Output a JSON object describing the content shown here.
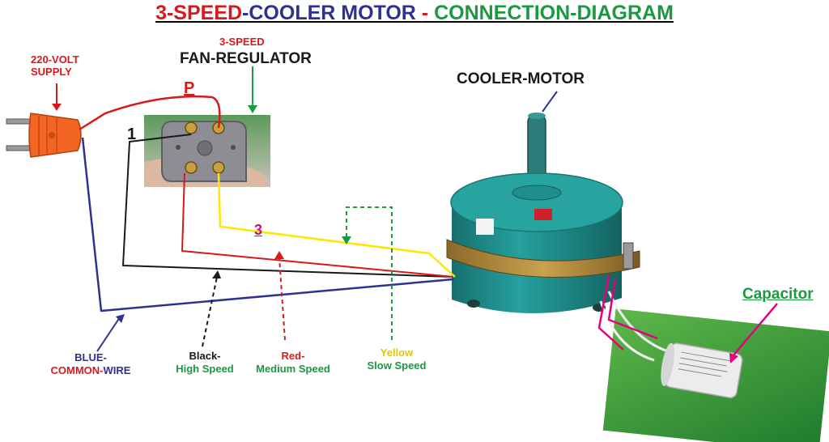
{
  "title": {
    "part1": "3-SPEED",
    "part2": "-COOLER MOTOR ",
    "part3": " - ",
    "part4": "CONNECTION-DIAGRAM"
  },
  "supply": {
    "line1": "220-VOLT",
    "line2": "SUPPLY"
  },
  "regulator": {
    "line1": "3-SPEED",
    "line2": "FAN-REGULATOR",
    "terminal_p": "P",
    "terminal_1": "1",
    "terminal_3": "3"
  },
  "motor": {
    "label": "COOLER-MOTOR"
  },
  "capacitor": {
    "label": "Capacitor"
  },
  "wires": {
    "blue": {
      "line1": "BLUE-",
      "line2a": "COMMON-",
      "line2b": "WIRE"
    },
    "black": {
      "line1": "Black-",
      "line2": "High Speed"
    },
    "red": {
      "line1": "Red-",
      "line2": "Medium Speed"
    },
    "yellow": {
      "line1": "Yellow",
      "line2": "Slow Speed"
    }
  },
  "colors": {
    "red": "#d7191c",
    "blue": "#2e3192",
    "green": "#1a9a40",
    "black": "#1a1a1a",
    "yellow": "#ffe600",
    "motor_teal": "#1f8e8c",
    "plug_orange": "#f26522",
    "capacitor_pink": "#e6007e"
  }
}
